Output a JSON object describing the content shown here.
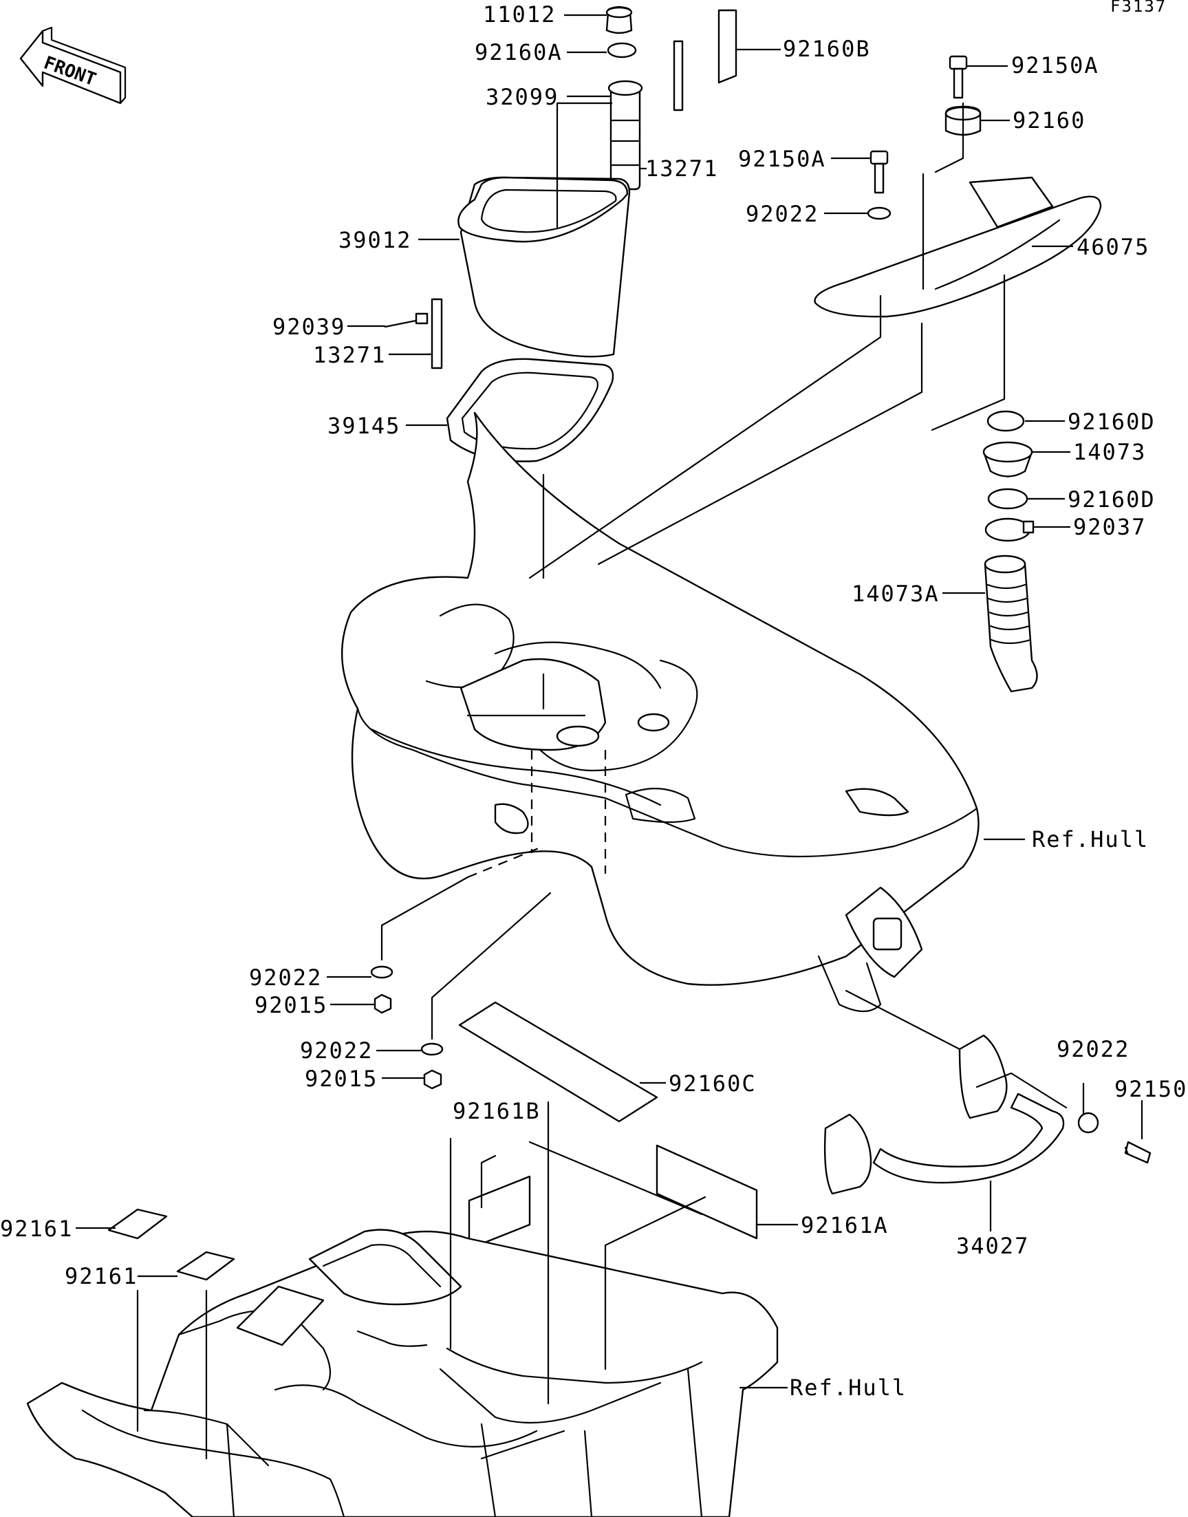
{
  "diagram_code": "F3137",
  "front_label": "FRONT",
  "parts": {
    "p11012": "11012",
    "p92160A": "92160A",
    "p92160B": "92160B",
    "p32099": "32099",
    "p13271_top": "13271",
    "p92150A_top": "92150A",
    "p92160": "92160",
    "p92150A_mid": "92150A",
    "p92022_top": "92022",
    "p46075": "46075",
    "p39012": "39012",
    "p92039": "92039",
    "p13271_left": "13271",
    "p39145": "39145",
    "p92160D_a": "92160D",
    "p14073": "14073",
    "p92160D_b": "92160D",
    "p92037": "92037",
    "p14073A": "14073A",
    "ref_hull_top": "Ref.Hull",
    "p92022_l1": "92022",
    "p92015_l1": "92015",
    "p92022_l2": "92022",
    "p92015_l2": "92015",
    "p92160C": "92160C",
    "p92161B": "92161B",
    "p92022_right": "92022",
    "p92150": "92150",
    "p92161_a": "92161",
    "p92161_b": "92161",
    "p92161A": "92161A",
    "p34027": "34027",
    "ref_hull_bottom": "Ref.Hull"
  }
}
